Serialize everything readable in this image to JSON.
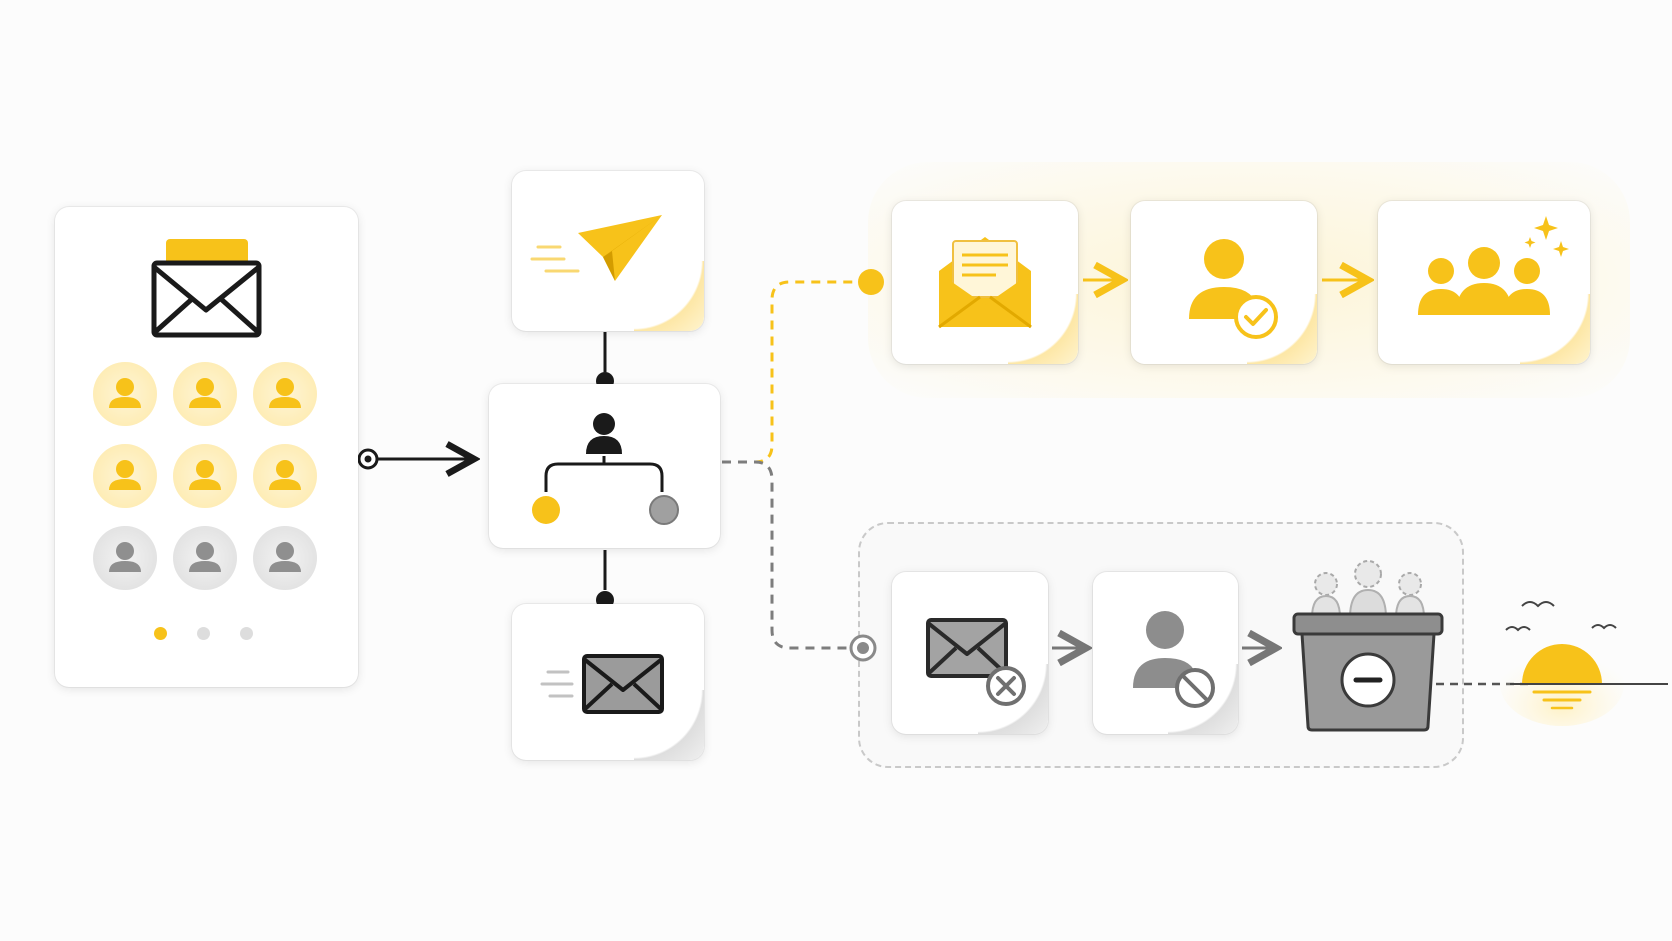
{
  "colors": {
    "accent": "#f7c21a",
    "accent_light": "#fde9a8",
    "neutral": "#8f8f8f",
    "neutral_light": "#d9d9d9",
    "ink": "#1a1a1a"
  },
  "audience_card": {
    "icon": "envelope-icon",
    "avatars": [
      {
        "state": "engaged",
        "icon": "person-icon"
      },
      {
        "state": "engaged",
        "icon": "person-icon"
      },
      {
        "state": "engaged",
        "icon": "person-icon"
      },
      {
        "state": "engaged",
        "icon": "person-icon"
      },
      {
        "state": "engaged",
        "icon": "person-icon"
      },
      {
        "state": "engaged",
        "icon": "person-icon"
      },
      {
        "state": "inactive",
        "icon": "person-icon"
      },
      {
        "state": "inactive",
        "icon": "person-icon"
      },
      {
        "state": "inactive",
        "icon": "person-icon"
      }
    ],
    "pagination": {
      "pages": 3,
      "active": 1
    }
  },
  "send_card": {
    "icon": "paper-plane-icon"
  },
  "split_card": {
    "icon": "segment-split-icon",
    "branches": [
      "engaged",
      "inactive"
    ]
  },
  "unsent_card": {
    "icon": "envelope-icon"
  },
  "engaged_path": {
    "steps": [
      {
        "icon": "open-envelope-icon"
      },
      {
        "icon": "person-check-icon"
      },
      {
        "icon": "group-sparkle-icon"
      }
    ]
  },
  "inactive_path": {
    "steps": [
      {
        "icon": "envelope-x-icon"
      },
      {
        "icon": "person-block-icon"
      },
      {
        "icon": "remove-bin-icon"
      }
    ],
    "end_icon": "sunset-icon"
  }
}
